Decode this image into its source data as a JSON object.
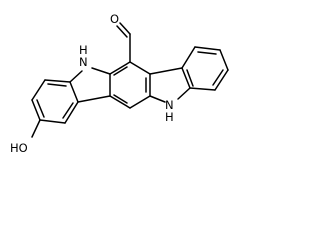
{
  "structure": {
    "atom_labels": {
      "aldehyde_oxygen": "O",
      "nh_top_left": "N",
      "nh_top_left_h": "H",
      "nh_bottom_right": "N",
      "nh_bottom_right_h": "H",
      "hydroxyl": "HO"
    }
  }
}
